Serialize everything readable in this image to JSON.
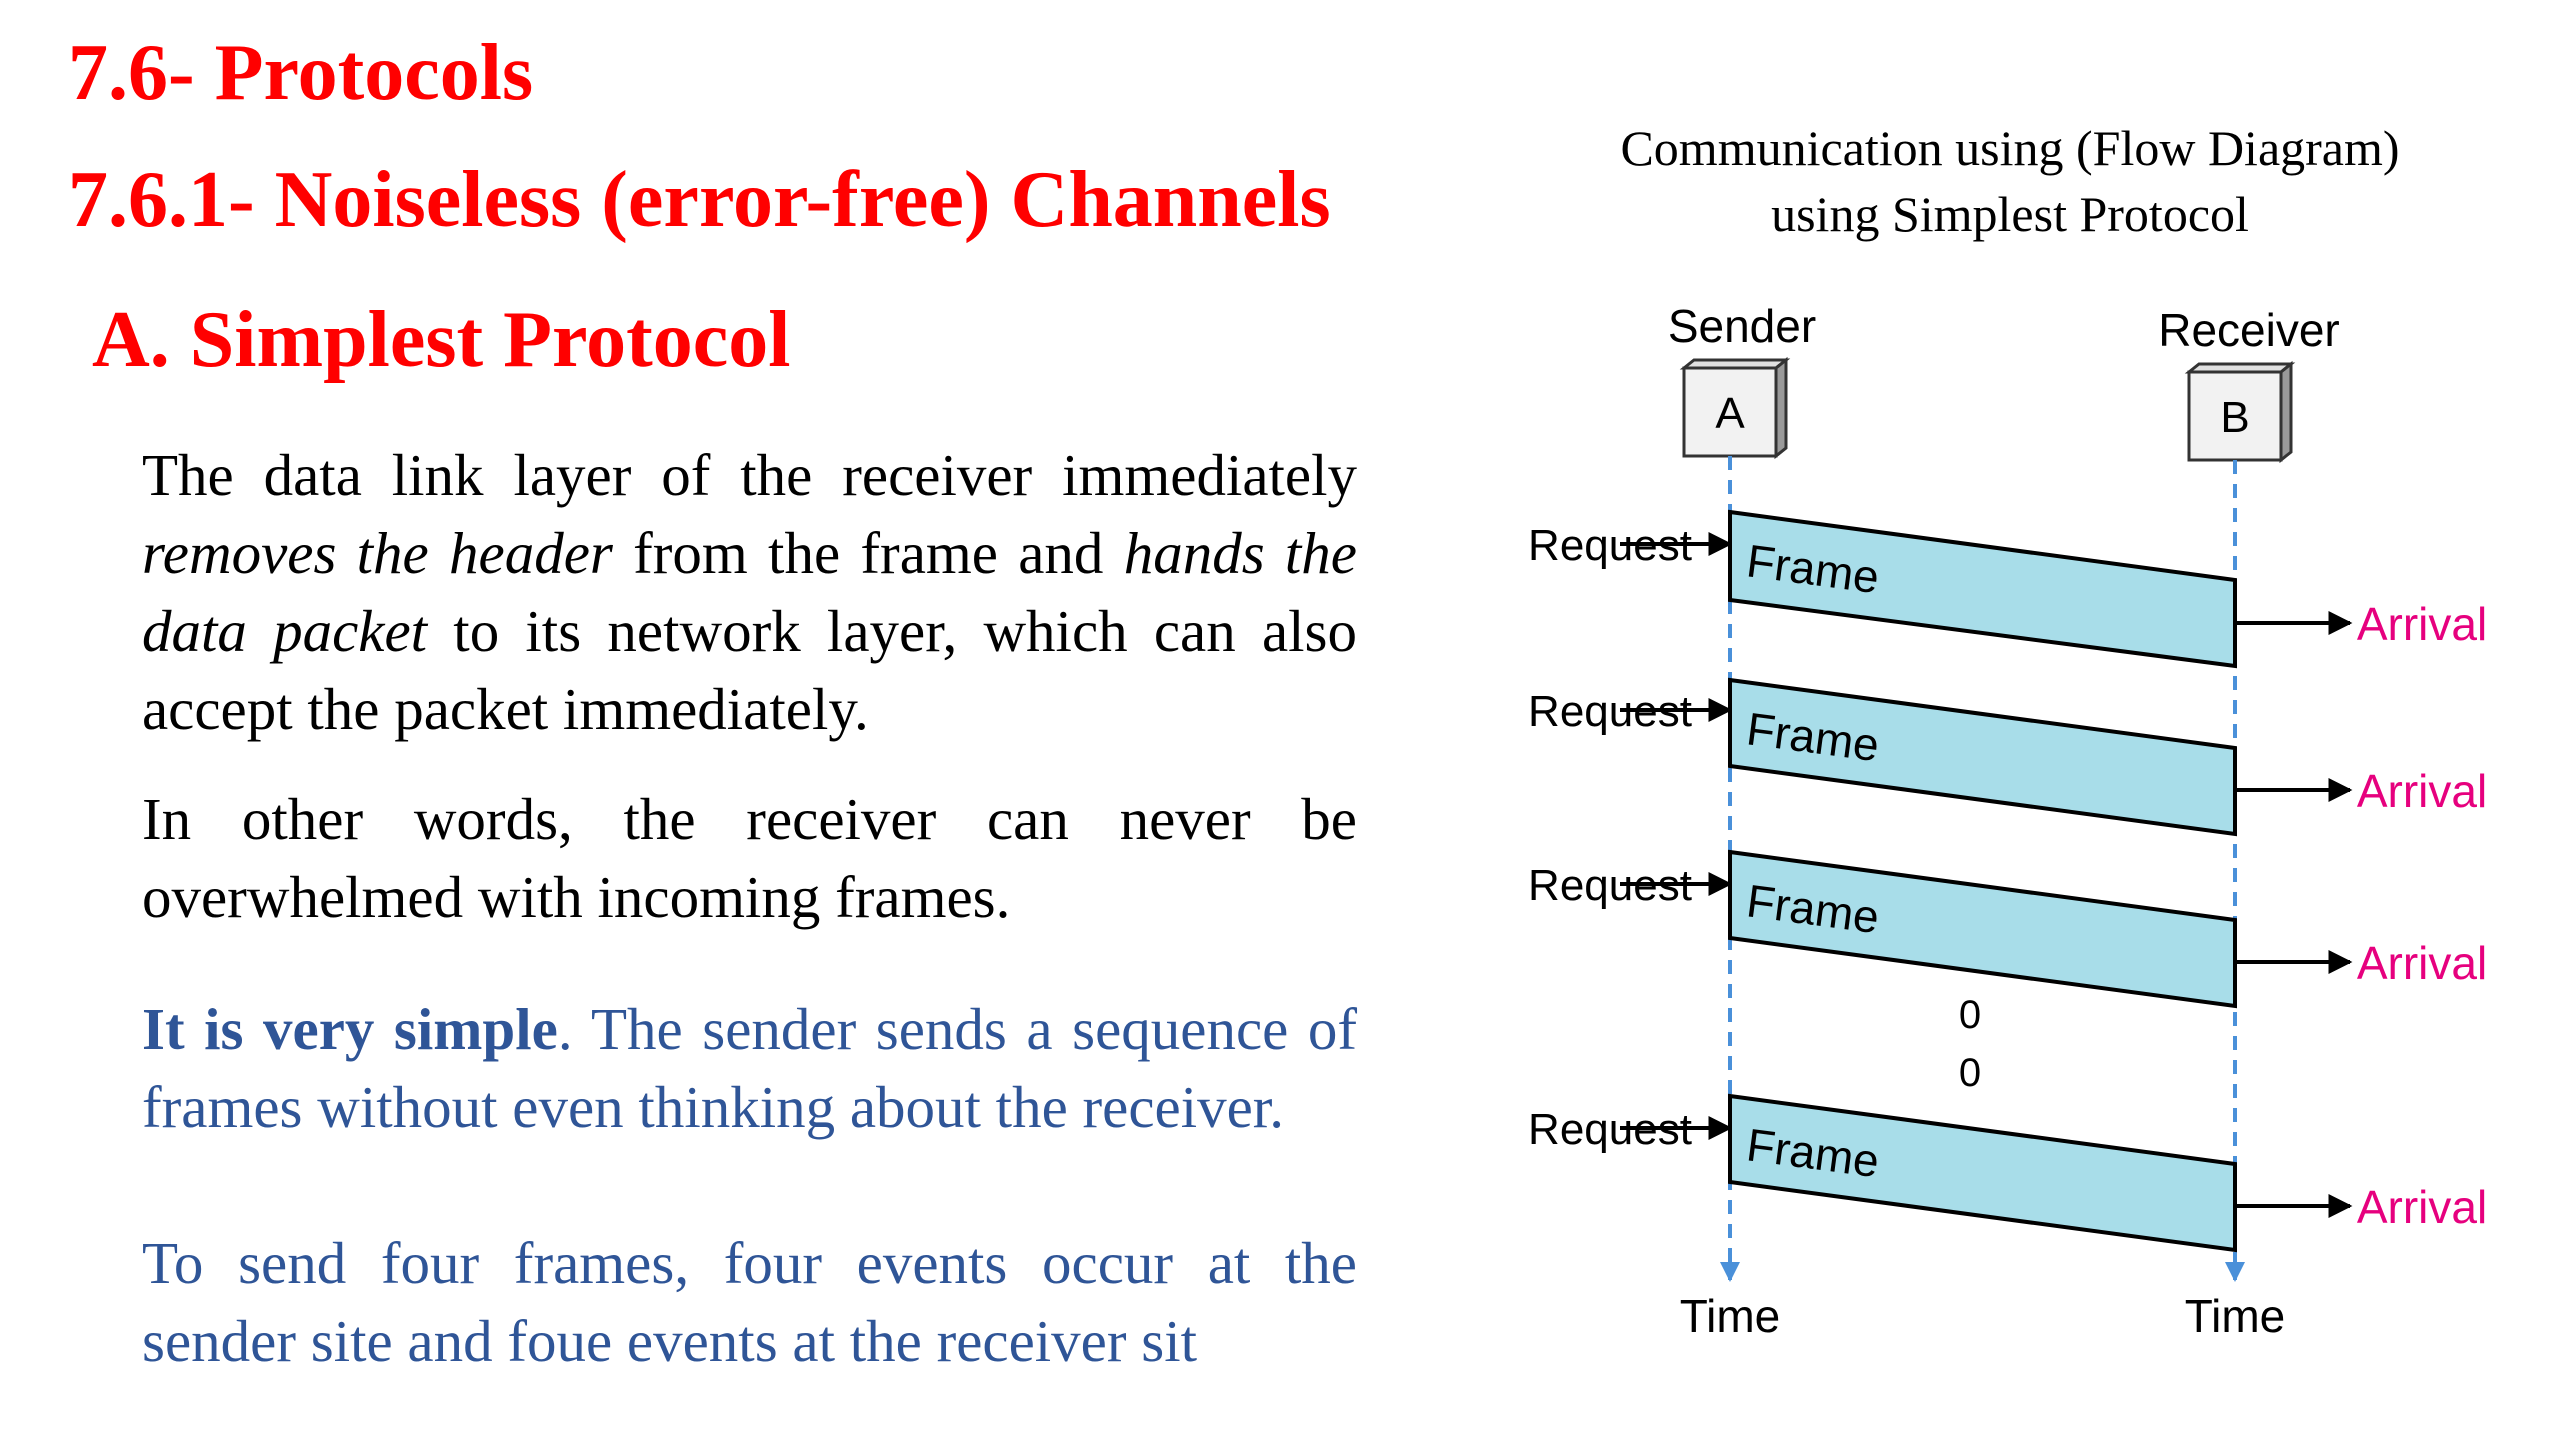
{
  "headings": {
    "protocols": "7.6- Protocols",
    "noiseless": "7.6.1- Noiseless (error-free) Channels",
    "simplest": "A. Simplest Protocol"
  },
  "paragraph1": {
    "part1": "The data link layer of the receiver immediately ",
    "italic1": "removes the header",
    "part2": " from the frame and ",
    "italic2": "hands the data packet",
    "part3": " to its network layer, which can also accept the packet immediately."
  },
  "paragraph2": "In other words, the receiver can never be overwhelmed with incoming frames.",
  "paragraph3": {
    "bold": "It is very simple",
    "rest": ". The sender sends a sequence of frames without even thinking about the receiver."
  },
  "paragraph4": "To send four frames, four events occur at the sender site and foue events at the receiver sit",
  "diagram": {
    "title_line1": "Communication using (Flow Diagram)",
    "title_line2": "using Simplest Protocol",
    "sender_label": "Sender",
    "receiver_label": "Receiver",
    "sender_box": "A",
    "receiver_box": "B",
    "request_label": "Request",
    "frame_label": "Frame",
    "arrival_label": "Arrival",
    "ellipsis_1": "0",
    "ellipsis_2": "0",
    "time_label_sender": "Time",
    "time_label_receiver": "Time",
    "colors": {
      "frame_fill": "#a8dde9",
      "arrival_text": "#e6007e",
      "timeline": "#4a90d9"
    }
  }
}
